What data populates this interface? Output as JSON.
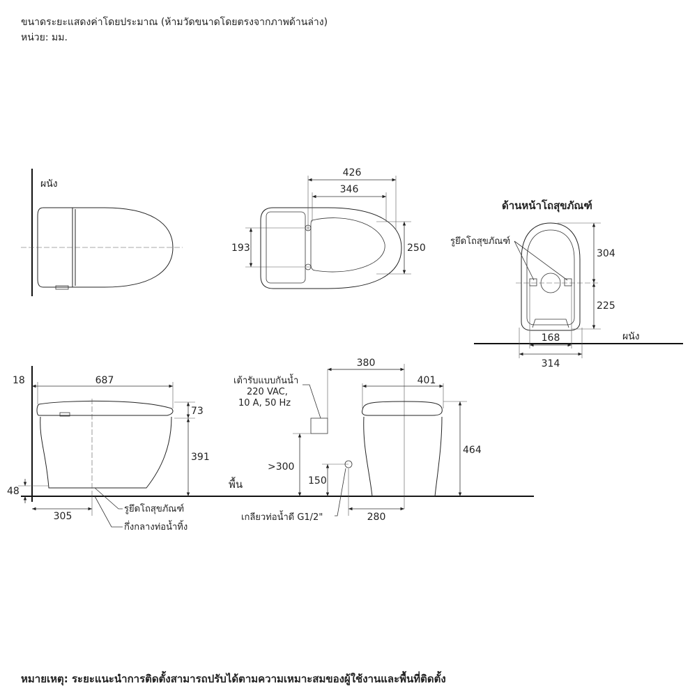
{
  "header": {
    "line1": "ขนาดระยะแสดงค่าโดยประมาณ (ห้ามวัดขนาดโดยตรงจากภาพด้านล่าง)",
    "line2": "หน่วย: มม."
  },
  "note": "หมายเหตุ: ระยะแนะนำการติดตั้งสามารถปรับได้ตามความเหมาะสมของผู้ใช้งานและพื้นที่ติดตั้ง",
  "labels": {
    "wall": "ผนัง",
    "floor": "พื้น",
    "front_view_title": "ด้านหน้าโถสุขภัณฑ์",
    "bolt": "รูยึดโถสุขภัณฑ์",
    "drain_center": "กึ่งกลางท่อน้ำทิ้ง",
    "outlet_line1": "เต้ารับแบบกันน้ำ",
    "outlet_line2": "220 VAC,",
    "outlet_line3": "10 A, 50 Hz",
    "thread": "เกลียวท่อน้ำดี G1/2\""
  },
  "dimensions": {
    "d426": "426",
    "d346": "346",
    "d193": "193",
    "d250": "250",
    "d304": "304",
    "d225": "225",
    "d168": "168",
    "d314": "314",
    "d18": "18",
    "d687": "687",
    "d73": "73",
    "d391": "391",
    "d48": "48",
    "d305": "305",
    "d380": "380",
    "d401": "401",
    "d464": "464",
    "d300": ">300",
    "d150": "150",
    "d280": "280"
  }
}
